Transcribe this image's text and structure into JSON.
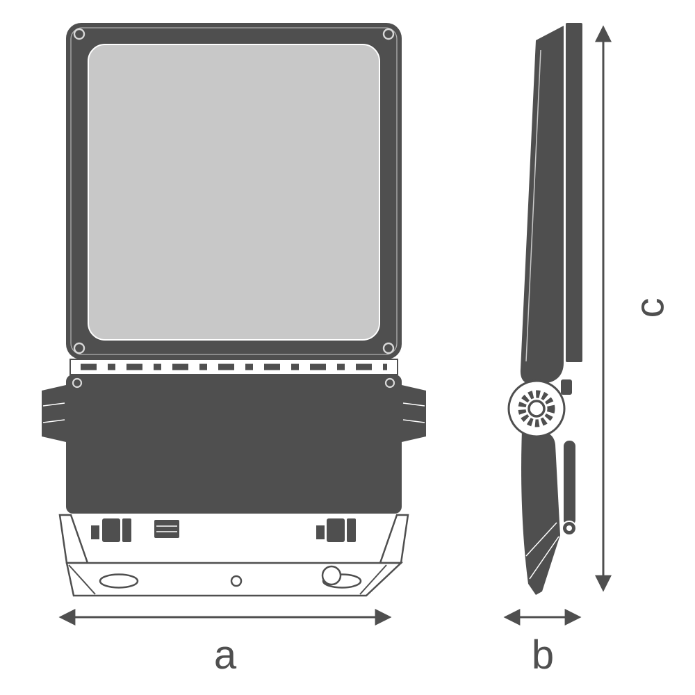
{
  "drawing": {
    "type": "technical-dimension-drawing",
    "subject": "LED floodlight dimensional drawing with front view and side view",
    "labels": {
      "width": "a",
      "depth": "b",
      "height": "c"
    },
    "colors": {
      "body": "#4f4f4f",
      "lens": "#c8c8c8",
      "line": "#4f4f4f",
      "background": "#ffffff",
      "text": "#4f4f4f"
    }
  }
}
